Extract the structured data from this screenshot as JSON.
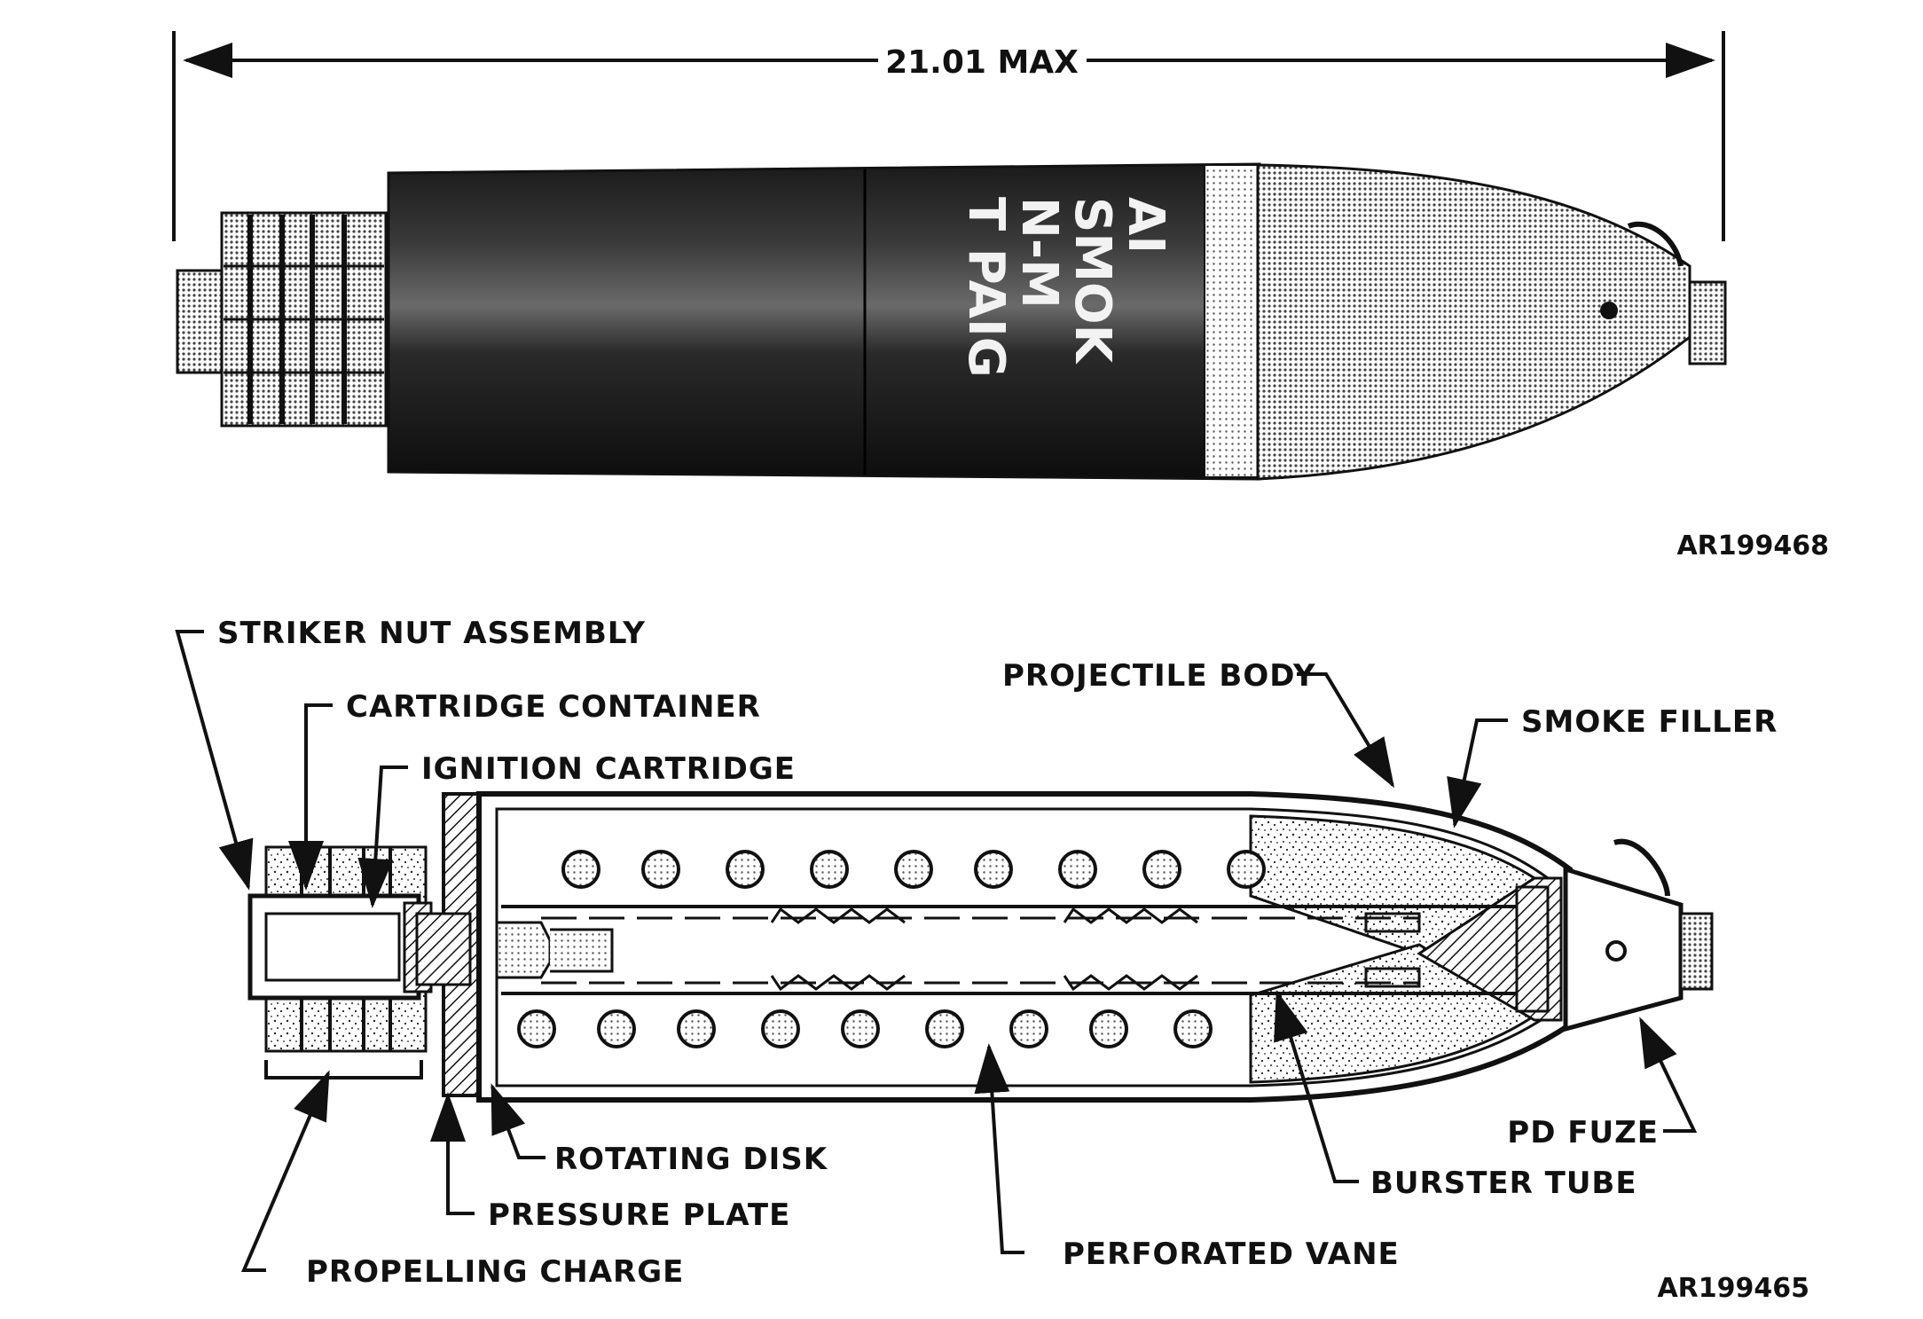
{
  "colors": {
    "ink": "#111111",
    "paper": "#ffffff",
    "dark_body": "#161616",
    "halftone_gray": "#8a8a8a",
    "stipple_fill": "#c9c9c9"
  },
  "exterior_view": {
    "dimension_label": "21.01 MAX",
    "body_markings": [
      "AI",
      "SMOK",
      "N-M",
      "T PAIG"
    ],
    "figure_code": "AR199468"
  },
  "cutaway_view": {
    "figure_code": "AR199465",
    "labels": {
      "striker_nut_assembly": "STRIKER NUT ASSEMBLY",
      "cartridge_container": "CARTRIDGE CONTAINER",
      "ignition_cartridge": "IGNITION CARTRIDGE",
      "projectile_body": "PROJECTILE BODY",
      "smoke_filler": "SMOKE FILLER",
      "rotating_disk": "ROTATING DISK",
      "pressure_plate": "PRESSURE PLATE",
      "propelling_charge": "PROPELLING CHARGE",
      "perforated_vane": "PERFORATED VANE",
      "burster_tube": "BURSTER TUBE",
      "pd_fuze": "PD FUZE"
    }
  }
}
